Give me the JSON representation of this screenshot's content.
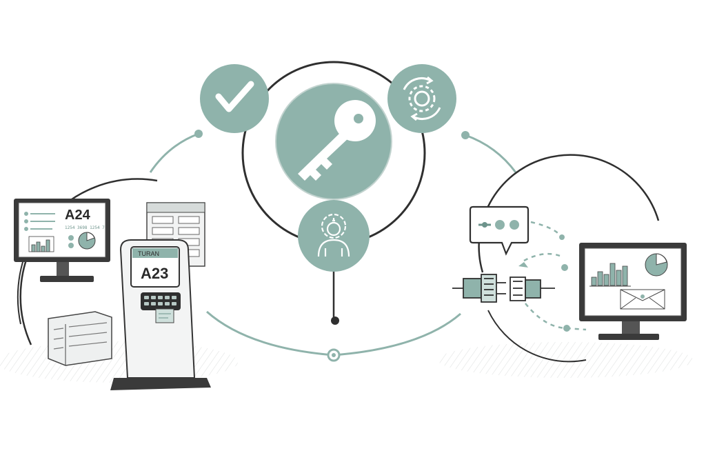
{
  "colors": {
    "accent": "#8fb3ab",
    "accent_dark": "#6d938b",
    "ink": "#2f2f2f",
    "line": "#3a3a3a",
    "paper": "#ffffff"
  },
  "left_group": {
    "monitor_ticket": "A24",
    "monitor_subtext": "1254 3698 1254 7",
    "kiosk_header": "TURAN",
    "kiosk_ticket": "A23"
  },
  "center_hub": {
    "top_left_icon": "checkmark-icon",
    "main_icon": "key-icon",
    "top_right_icon": "gear-refresh-icon",
    "bottom_icon": "person-gear-icon"
  },
  "right_group": {
    "bubble_icon": "chat-bubble-icon",
    "connector_icon": "plug-connector-icon",
    "monitor_icon": "dashboard-monitor-icon"
  }
}
